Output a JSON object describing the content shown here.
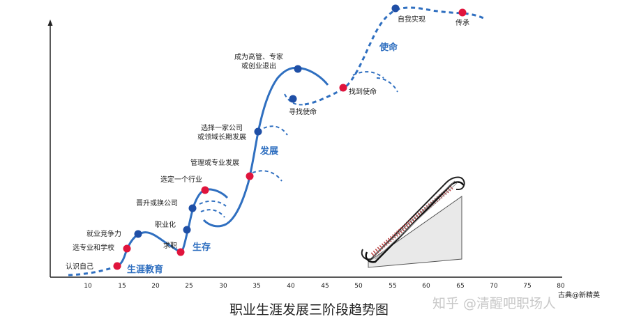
{
  "x_ticks": [
    "10",
    "15",
    "20",
    "25",
    "30",
    "35",
    "40",
    "45",
    "50",
    "55",
    "60",
    "65",
    "70",
    "75",
    "80"
  ],
  "stage_labels": {
    "survival": "生存",
    "development": "发展",
    "mission": "使命",
    "career_education": "生涯教育"
  },
  "milestones": {
    "know_self": "认识自己",
    "choose_major": "选专业和学校",
    "employ_compete": "就业竞争力",
    "job_seek": "求职",
    "professionalize": "职业化",
    "promote_switch": "晋升或换公司",
    "pick_industry": "选定一个行业",
    "mgmt_expert": "管理或专业发展",
    "one_company_line1": "选择一家公司",
    "one_company_line2": "或领域长期发展",
    "senior_line1": "成为高管、专家",
    "senior_line2": "或创业退出",
    "seek_mission": "寻找使命",
    "found_mission": "找到使命",
    "self_actualize": "自我实现",
    "legacy": "传承"
  },
  "title": "职业生涯发展三阶段趋势图",
  "credit": "古典@新精英",
  "watermark": "知乎 @清醒吧职场人",
  "colors": {
    "curve": "#2f6fc0",
    "dot_blue": "#1f4fa6",
    "dot_red": "#e0143c",
    "axis": "#222222"
  }
}
